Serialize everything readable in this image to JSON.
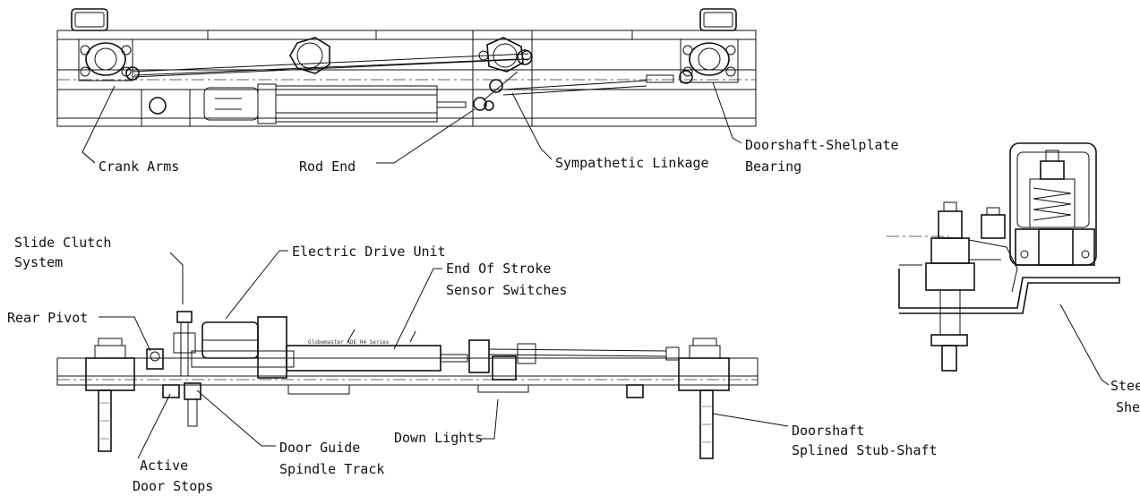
{
  "labels": {
    "crank_arms": "Crank Arms",
    "rod_end": "Rod End",
    "sympathetic_linkage": "Sympathetic Linkage",
    "doorshaft_bearing_line1": "Doorshaft-Shelplate",
    "doorshaft_bearing_line2": "Bearing",
    "slide_clutch_line1": "Slide Clutch",
    "slide_clutch_line2": "System",
    "electric_drive_unit": "Electric Drive Unit",
    "end_of_stroke_line1": "End Of Stroke",
    "end_of_stroke_line2": "Sensor Switches",
    "rear_pivot": "Rear Pivot",
    "active_door_stops_line1": "Active",
    "active_door_stops_line2": "Door Stops",
    "door_guide_line1": "Door Guide",
    "door_guide_line2": "Spindle Track",
    "down_lights": "Down Lights",
    "splined_stub_shaft_line1": "Doorshaft",
    "splined_stub_shaft_line2": "Splined Stub-Shaft",
    "steel_shelfplate_line1": "Steel Profiled",
    "steel_shelfplate_line2": "Shelfplate",
    "cylinder_marking": "Globemaster ADE 04 Series"
  },
  "colors": {
    "ink": "#111111",
    "background": "#ffffff"
  }
}
